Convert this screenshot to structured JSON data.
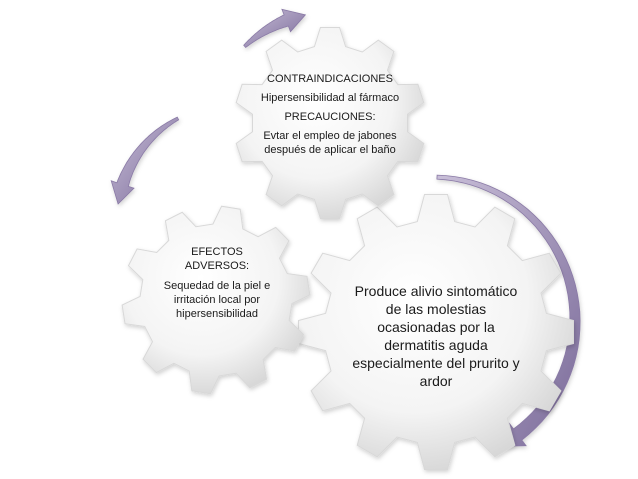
{
  "colors": {
    "gear_light": "#f4f4f4",
    "gear_dark": "#c9c9c9",
    "arrow_light": "#c9bfd8",
    "arrow_dark": "#7a6a99"
  },
  "gears": {
    "top": {
      "heading_1": "CONTRAINDICACIONES",
      "text_1": "Hipersensibilidad al fármaco",
      "heading_2": "PRECAUCIONES:",
      "text_2": "Evtar el empleo de jabones después de aplicar el baño"
    },
    "left": {
      "heading": "EFECTOS ADVERSOS:",
      "text": "Sequedad de la piel e irritación local por hipersensibilidad"
    },
    "right": {
      "text": "Produce alivio sintomático de las molestias ocasionadas por la dermatitis aguda especialmente del prurito y ardor"
    }
  }
}
